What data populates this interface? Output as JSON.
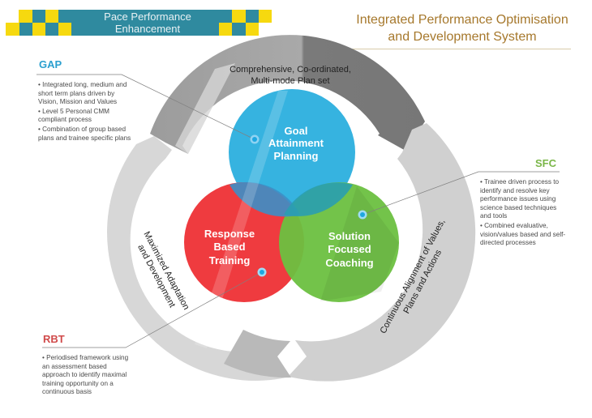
{
  "banner": {
    "text_line1": "Pace Performance",
    "text_line2": "Enhancement",
    "colors": {
      "band": "#2f8a9f",
      "checker": "#f6d90f"
    }
  },
  "title": {
    "line1": "Integrated Performance Optimisation",
    "line2": "and Development System",
    "color": "#a6782c"
  },
  "cycle": {
    "top_arrow": {
      "line1": "Comprehensive, Co-ordinated,",
      "line2": "Multi-mode Plan set"
    },
    "right_arrow": {
      "line1": "Continuous Alignment of Values,",
      "line2": "Plans and Actions"
    },
    "left_arrow": {
      "line1": "Maximized Adaptation",
      "line2": "and Development"
    }
  },
  "circles": {
    "gap": {
      "line1": "Goal",
      "line2": "Attainment",
      "line3": "Planning",
      "color": "#36b3e0"
    },
    "rbt": {
      "line1": "Response",
      "line2": "Based",
      "line3": "Training",
      "color": "#ee3035"
    },
    "sfc": {
      "line1": "Solution",
      "line2": "Focused",
      "line3": "Coaching",
      "color": "#6cc040"
    }
  },
  "panels": {
    "gap": {
      "heading": "GAP",
      "color": "#2a9fcf",
      "bullets": [
        "• Integrated long, medium and short term plans driven by Vision, Mission and Values",
        "• Level 5 Personal CMM compliant process",
        "• Combination of group based plans and trainee specific plans"
      ]
    },
    "sfc": {
      "heading": "SFC",
      "color": "#7ab648",
      "bullets": [
        "•  Trainee driven process to identify and resolve key performance issues using science based techniques and tools",
        "• Combined evaluative, vision/values based and self-directed processes"
      ]
    },
    "rbt": {
      "heading": "RBT",
      "color": "#d04a4a",
      "bullets": [
        "• Periodised framework using an assessment based approach to identify maximal training opportunity on a continuous basis"
      ]
    }
  }
}
